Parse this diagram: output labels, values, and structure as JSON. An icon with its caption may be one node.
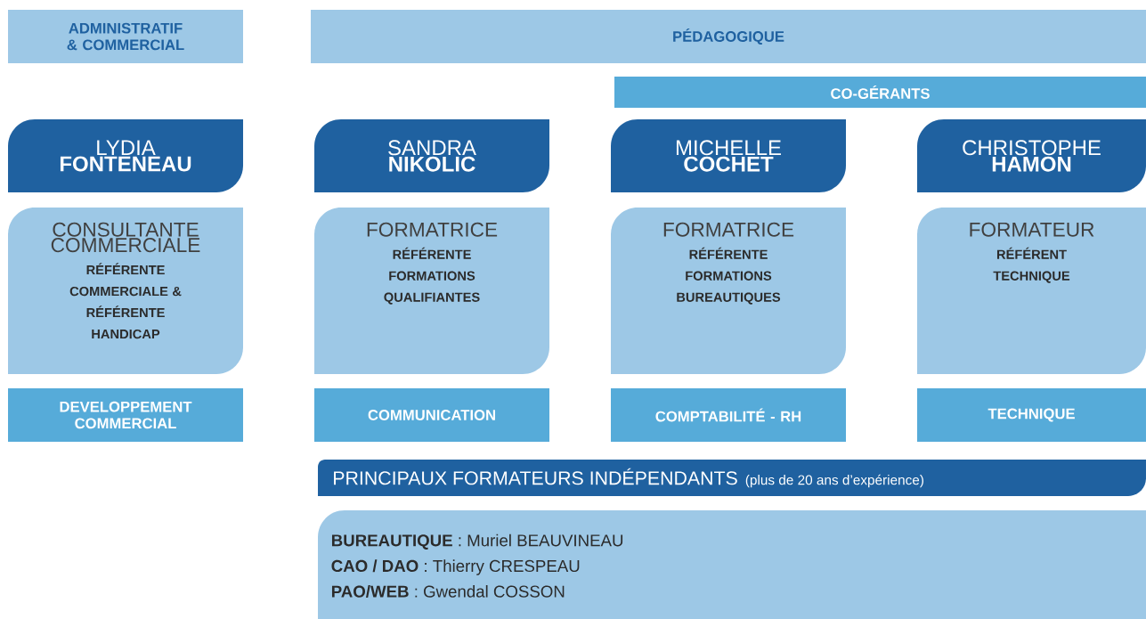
{
  "diagram": {
    "nodes": [
      {
        "text": [
          "ADMINISTRATIF & COMMERCIAL"
        ]
      },
      {
        "text": [
          "PÉDAGOGIQUE"
        ]
      },
      {
        "text": [
          "CO-GÉRANTS"
        ]
      },
      {
        "text": [
          "LYDIA",
          "FONTENEAU"
        ]
      },
      {
        "text": [
          "SANDRA",
          "NIKOLIC"
        ]
      },
      {
        "text": [
          "MICHELLE",
          "COCHET"
        ]
      },
      {
        "text": [
          "CHRISTOPHE",
          "HAMON"
        ]
      },
      {
        "text": [
          "CONSULTANTE COMMERCIALE",
          "RÉFÉRENTE COMMERCIALE & RÉFÉRENTE HANDICAP"
        ]
      },
      {
        "text": [
          "FORMATRICE",
          "RÉFÉRENTE FORMATIONS QUALIFIANTES"
        ]
      },
      {
        "text": [
          "FORMATRICE",
          "RÉFÉRENTE FORMATIONS BUREAUTIQUES"
        ]
      },
      {
        "text": [
          "FORMATEUR",
          "RÉFÉRENT TECHNIQUE"
        ]
      },
      {
        "text": [
          "DEVELOPPEMENT COMMERCIAL"
        ]
      },
      {
        "text": [
          "COMMUNICATION"
        ]
      },
      {
        "text": [
          "COMPTABILITÉ - RH"
        ]
      },
      {
        "text": [
          "TECHNIQUE"
        ]
      },
      {
        "text": [
          "PRINCIPAUX FORMATEURS INDÉPENDANTS",
          "(plus de 20 ans d’expérience)"
        ]
      },
      {
        "text": [
          "**BUREAUTIQUE** : Muriel BEAUVINEAU",
          "**CAO / DAO** : Thierry CRESPEAU",
          "**PAO/WEB** : Gwendal COSSON"
        ]
      }
    ]
  }
}
